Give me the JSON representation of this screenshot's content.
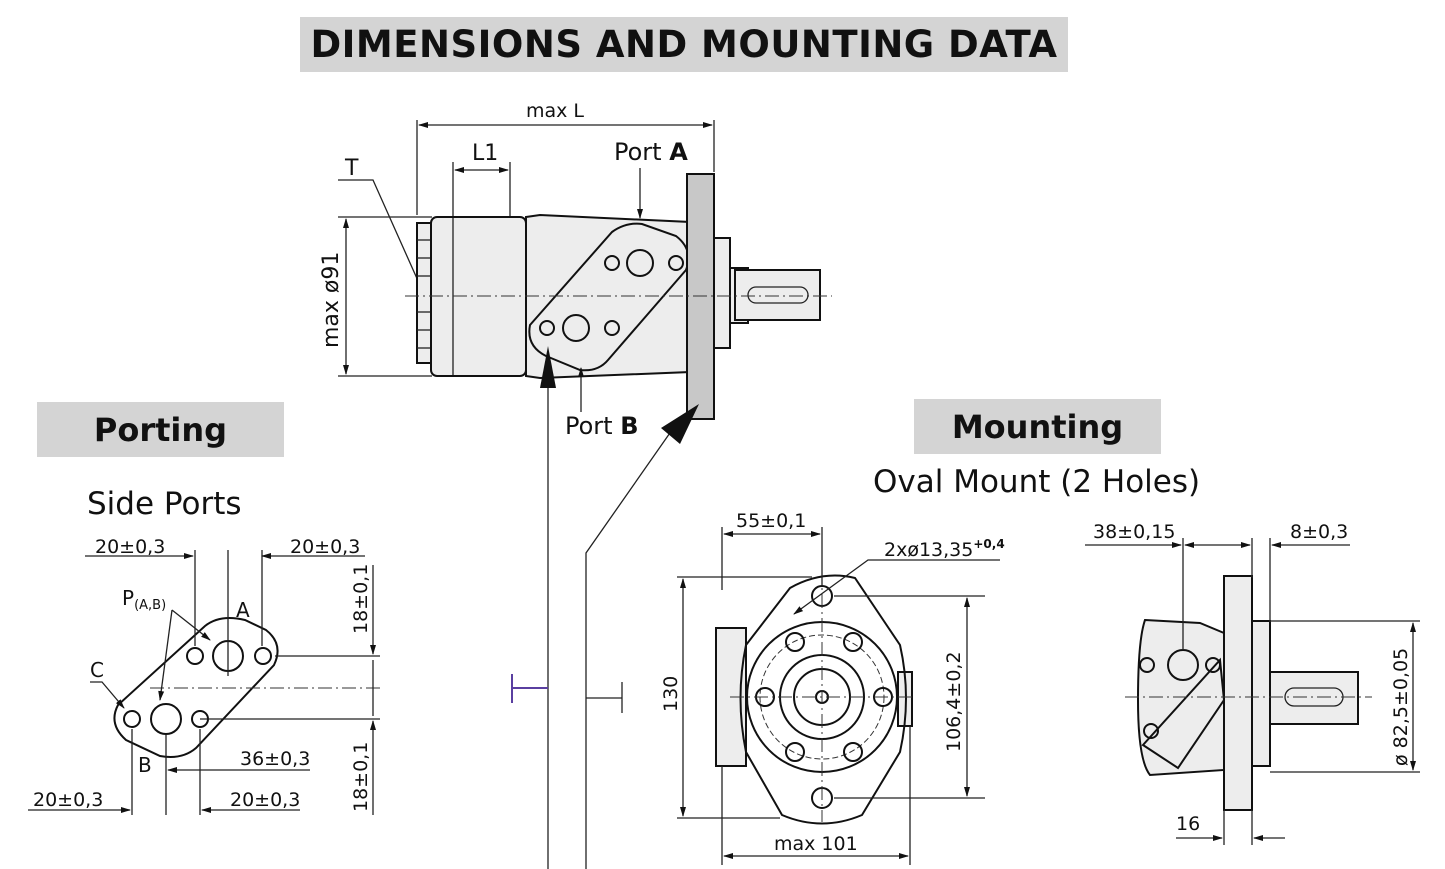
{
  "title": "DIMENSIONS AND MOUNTING DATA",
  "sections": {
    "porting": "Porting",
    "side_ports": "Side Ports",
    "mounting": "Mounting",
    "oval_mount": "Oval Mount (2 Holes)"
  },
  "main_view": {
    "max_L": "max  L",
    "L1": "L1",
    "T": "T",
    "port_a_prefix": "Port ",
    "port_a_letter": "A",
    "port_b_prefix": "Port ",
    "port_b_letter": "B",
    "max_diameter": "max  ø91"
  },
  "porting_view": {
    "dim_top_left": "20±0,3",
    "dim_top_right": "20±0,3",
    "dim_right_upper": "18±0,1",
    "dim_right_lower": "18±0,1",
    "dim_36": "36±0,3",
    "dim_bottom_left": "20±0,3",
    "dim_bottom_right": "20±0,3",
    "label_p": "P",
    "label_p_sub": "(A,B)",
    "label_a": "A",
    "label_b": "B",
    "label_c": "C"
  },
  "front_view": {
    "dim_55": "55±0,1",
    "holes": "2xø13,35",
    "holes_tol": "+0,4",
    "dim_130": "130",
    "dim_106": "106,4±0,2",
    "max_101": "max  101"
  },
  "side_view": {
    "dim_38": "38±0,15",
    "dim_8": "8±0,3",
    "dim_82": "ø 82,5±0,05",
    "dim_16": "16"
  },
  "colors": {
    "banner_bg": "#d4d4d4",
    "part_fill": "#ededed",
    "line": "#111111",
    "arrow_dark": "#111111",
    "purple_line": "#5a3fa0"
  }
}
